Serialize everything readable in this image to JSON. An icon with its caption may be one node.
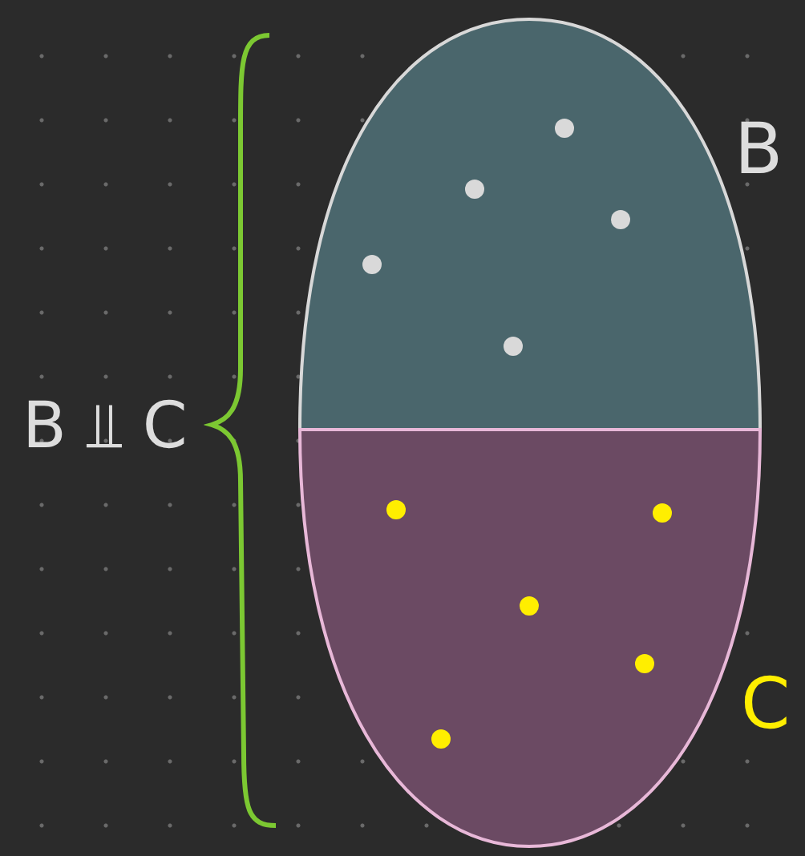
{
  "diagram": {
    "nodes": [
      {
        "text": [
          "B"
        ]
      },
      {
        "text": [
          "C"
        ]
      }
    ],
    "labels": [
      "B ⫫ C"
    ]
  }
}
